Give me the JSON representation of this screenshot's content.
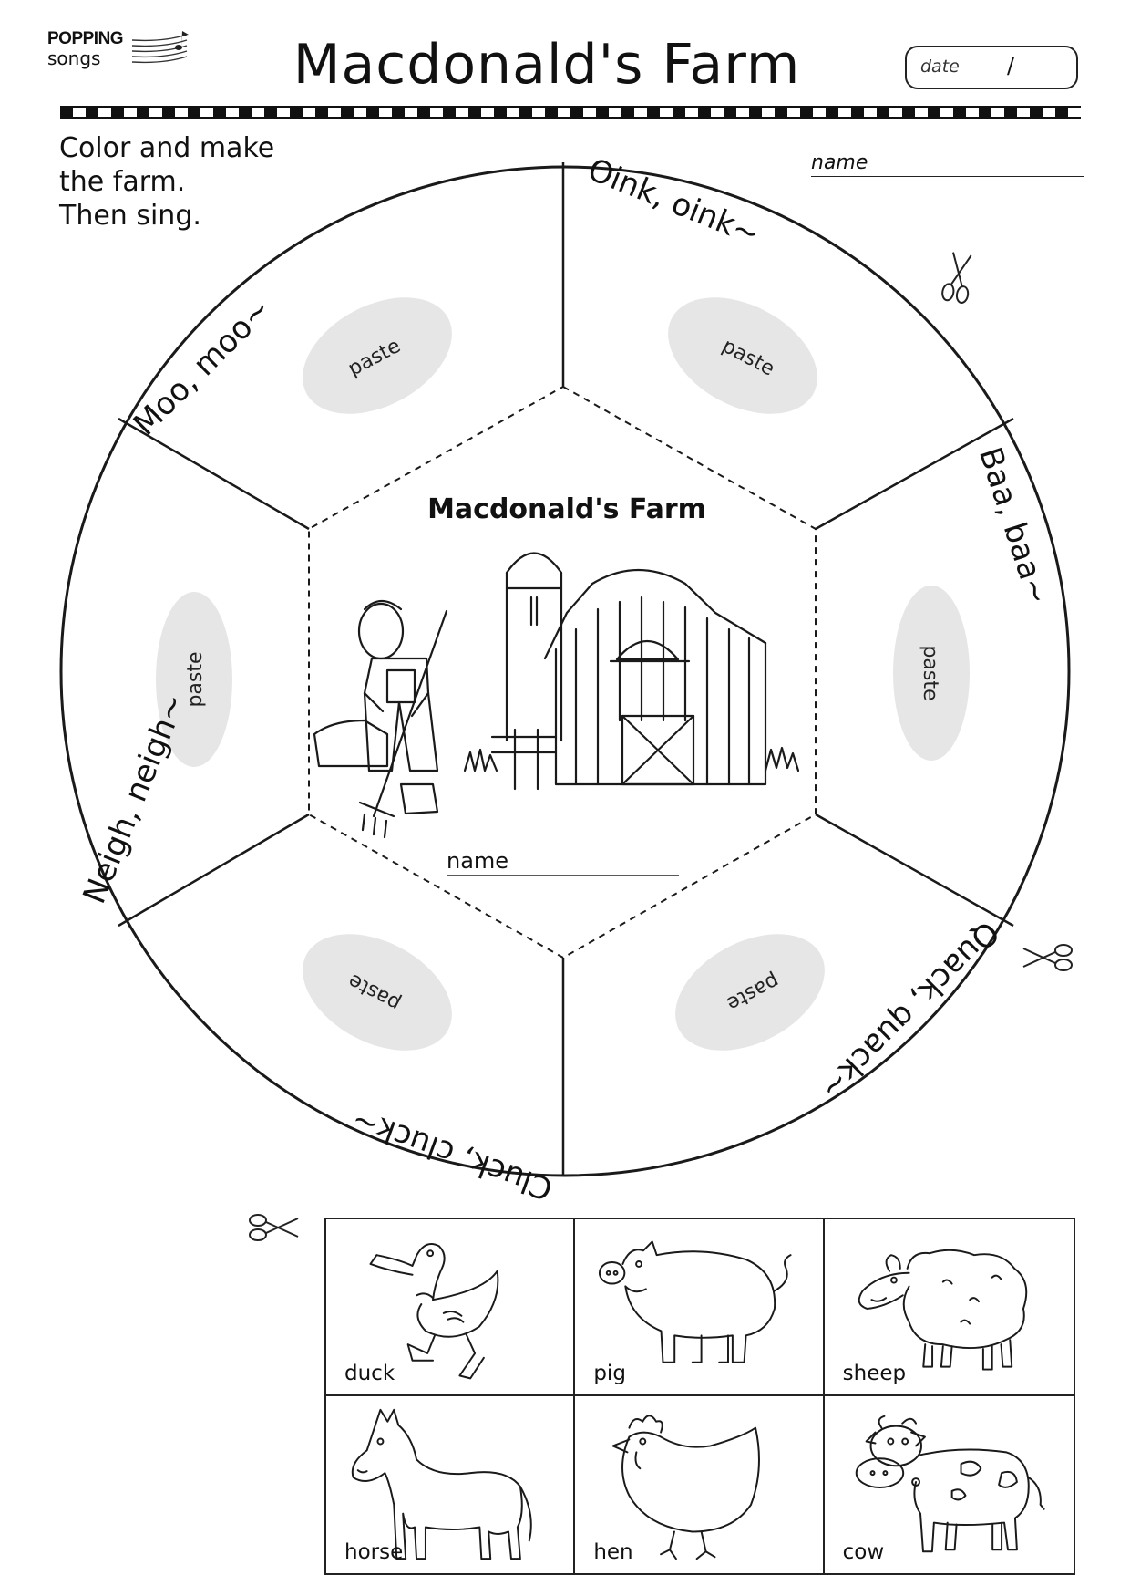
{
  "header": {
    "logo_line1": "POPPING",
    "logo_line2": "songs",
    "title": "Macdonald's Farm",
    "date_label": "date",
    "date_separator": "/"
  },
  "instructions": [
    "Color and make",
    "the farm.",
    "Then sing."
  ],
  "name_label": "name",
  "wheel": {
    "center_title": "Macdonald's Farm",
    "center_name_label": "name",
    "paste_label": "paste",
    "sounds": {
      "pig": "Oink, oink~",
      "sheep": "Baa, baa~",
      "duck": "Quack, quack~",
      "hen": "Cluck, cluck~",
      "horse": "Neigh, neigh~",
      "cow": "Moo, moo~"
    }
  },
  "cards": [
    {
      "label": "duck",
      "icon": "duck-icon"
    },
    {
      "label": "pig",
      "icon": "pig-icon"
    },
    {
      "label": "sheep",
      "icon": "sheep-icon"
    },
    {
      "label": "horse",
      "icon": "horse-icon"
    },
    {
      "label": "hen",
      "icon": "hen-icon"
    },
    {
      "label": "cow",
      "icon": "cow-icon"
    }
  ],
  "colors": {
    "line": "#1a1a1a",
    "paste_fill": "#e6e6e6"
  }
}
